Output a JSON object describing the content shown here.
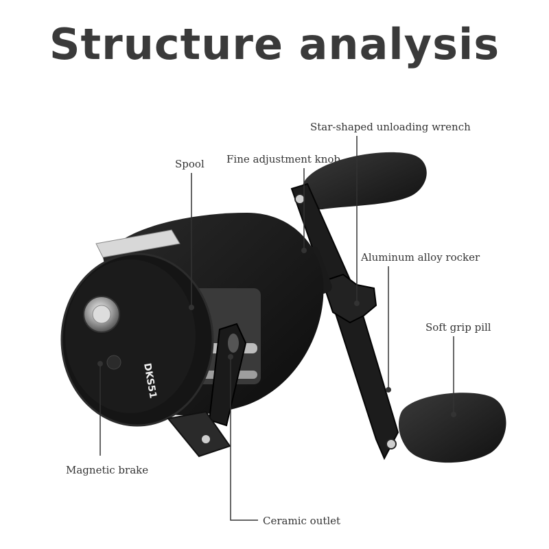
{
  "title": "Structure analysis",
  "reel_brand": "DKS51",
  "labels": {
    "star_wrench": "Star-shaped unloading wrench",
    "spool": "Spool",
    "fine_knob": "Fine adjustment knob",
    "rocker": "Aluminum alloy rocker",
    "soft_grip": "Soft grip pill",
    "magnetic_brake": "Magnetic brake",
    "ceramic_outlet": "Ceramic outlet"
  }
}
